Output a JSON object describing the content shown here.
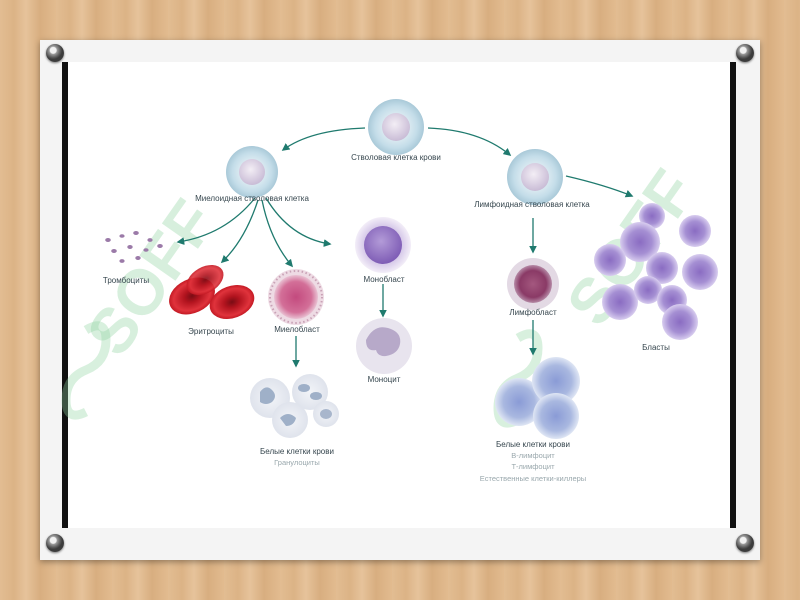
{
  "colors": {
    "arrow": "#1f7a6e",
    "stem": "#c4dde9",
    "rbc": "#cc1f2a",
    "myeloblast": "#b5376b",
    "monoblast": "#8e6fc2",
    "lymphoblast": "#8a3a66",
    "platelet": "#9b7aa8",
    "white_cell": "#a9b8e0",
    "watermark": "#8fd4a0"
  },
  "labels": {
    "stem_cell": "Стволовая клетка крови",
    "myeloid": "Миелоидная стволовая клетка",
    "lymphoid": "Лимфоидная стволовая клетка",
    "platelets": "Тромбоциты",
    "erythrocytes": "Эритроциты",
    "myeloblast": "Миелобласт",
    "monoblast": "Монобласт",
    "monocyte": "Моноцит",
    "lymphoblast": "Лимфобласт",
    "blasts": "Бласты",
    "wbc_left": "Белые клетки крови",
    "wbc_left_sub": "Гранулоциты",
    "wbc_right": "Белые клетки крови",
    "wbc_right_sub1": "В-лимфоцит",
    "wbc_right_sub2": "Т-лимфоцит",
    "wbc_right_sub3": "Естественные клетки-киллеры"
  },
  "watermark": {
    "text": "SOFF",
    "logo": "ss-logo-icon"
  }
}
